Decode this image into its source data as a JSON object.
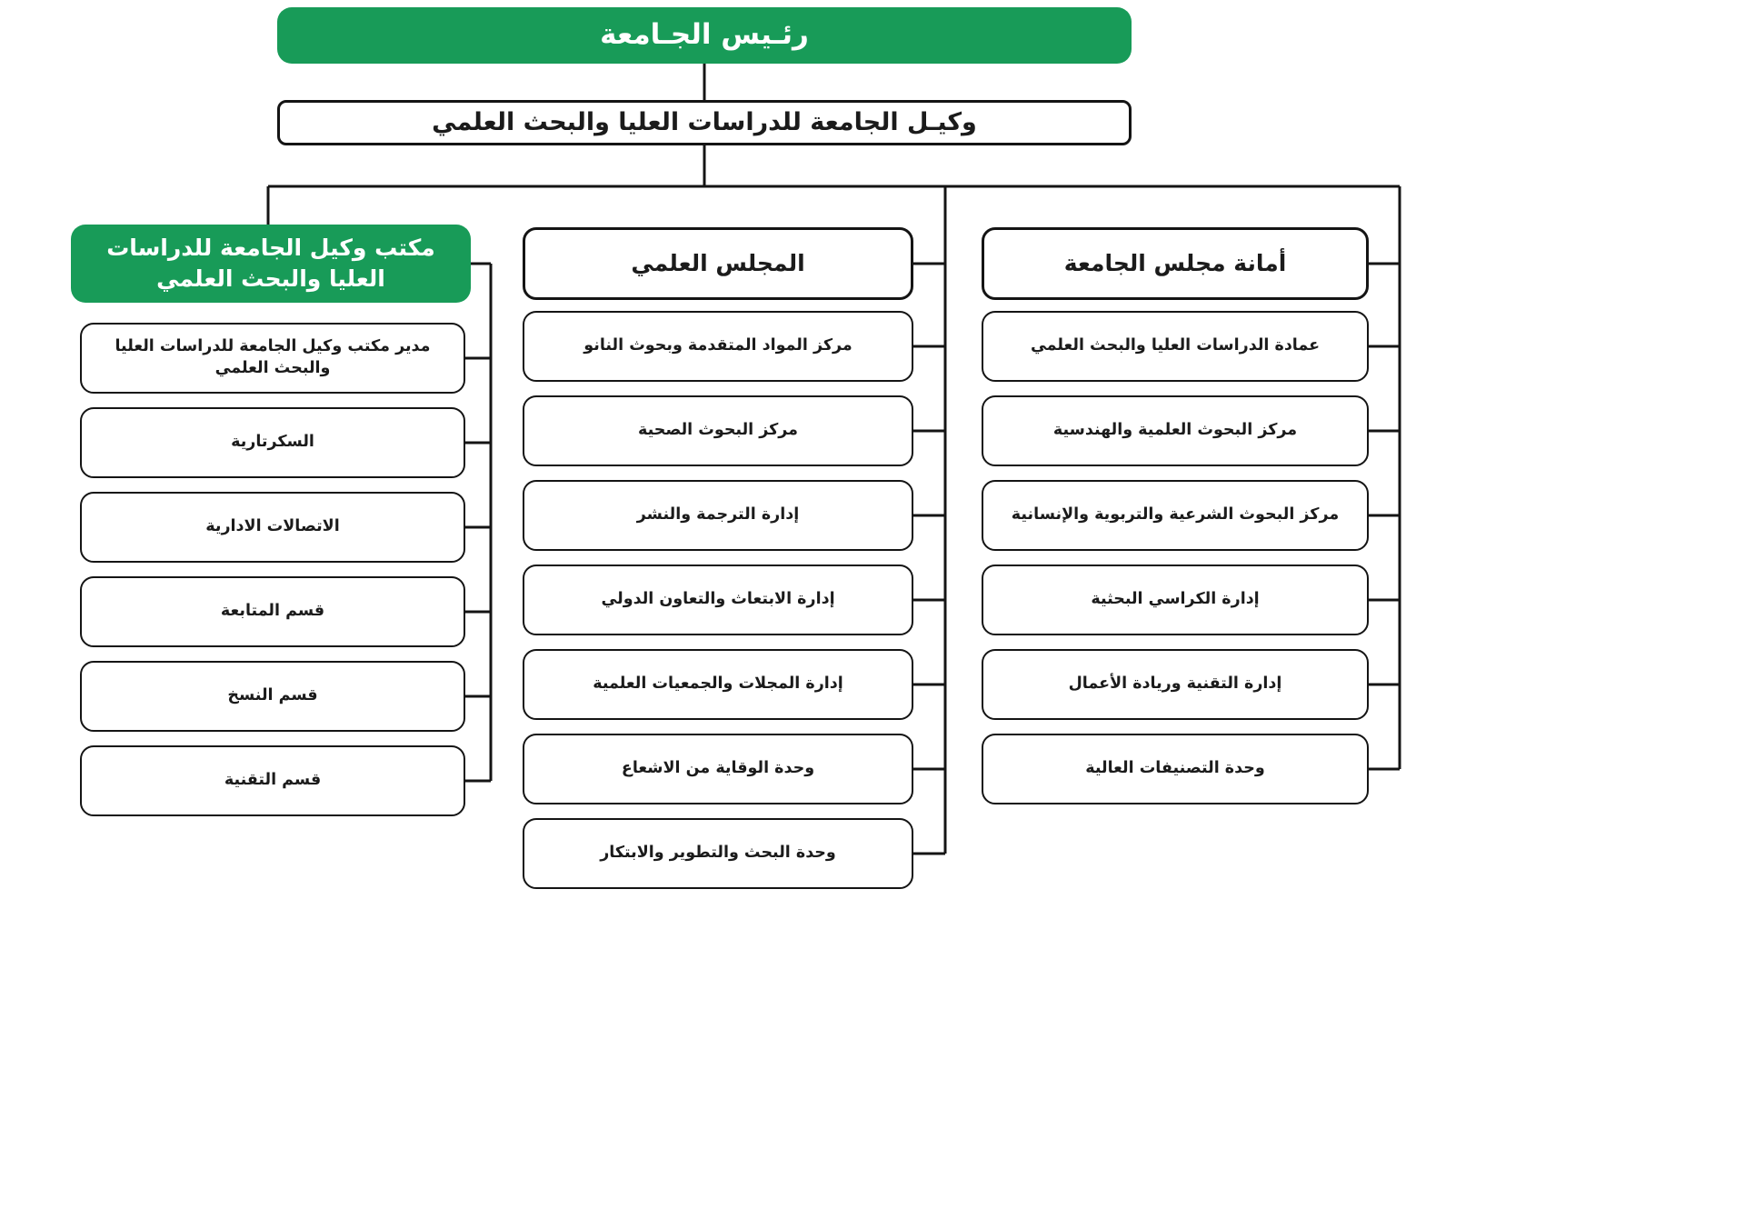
{
  "colors": {
    "brand_green": "#189b58",
    "line": "#141414",
    "box_border": "#141414",
    "box_background": "#ffffff",
    "text_dark": "#1b1b1b",
    "text_on_green": "#ffffff",
    "page_background": "#ffffff"
  },
  "org_chart": {
    "direction": "rtl",
    "root": {
      "label": "رئـيس الجـامعة"
    },
    "level2": {
      "label": "وكيـل الجامعة للدراسات العليا والبحث العلمي"
    },
    "columns": [
      {
        "id": "council-secretariat",
        "header": {
          "label": "أمانة مجلس الجامعة",
          "variant": "outline"
        },
        "children": [
          {
            "label": "عمادة الدراسات العليا والبحث العلمي"
          },
          {
            "label": "مركز البحوث العلمية والهندسية"
          },
          {
            "label": "مركز البحوث الشرعية والتربوية والإنسانية"
          },
          {
            "label": "إدارة الكراسي البحثية"
          },
          {
            "label": "إدارة التقنية وريادة الأعمال"
          },
          {
            "label": "وحدة التصنيفات العالية"
          }
        ]
      },
      {
        "id": "scientific-council",
        "header": {
          "label": "المجلس العلمي",
          "variant": "outline"
        },
        "children": [
          {
            "label": "مركز المواد المتقدمة وبحوث النانو"
          },
          {
            "label": "مركز البحوث الصحية"
          },
          {
            "label": "إدارة الترجمة والنشر"
          },
          {
            "label": "إدارة الابتعاث والتعاون الدولي"
          },
          {
            "label": "إدارة المجلات والجمعيات العلمية"
          },
          {
            "label": "وحدة الوقاية من الاشعاع"
          },
          {
            "label": "وحدة البحث والتطوير والابتكار"
          }
        ]
      },
      {
        "id": "vp-office",
        "header": {
          "label": "مكتب وكيل الجامعة للدراسات العليا والبحث العلمي",
          "variant": "green"
        },
        "children": [
          {
            "label": "مدير مكتب وكيل الجامعة للدراسات العليا والبحث العلمي"
          },
          {
            "label": "السكرتارية"
          },
          {
            "label": "الاتصالات الادارية"
          },
          {
            "label": "قسم المتابعة"
          },
          {
            "label": "قسم النسخ"
          },
          {
            "label": "قسم التقنية"
          }
        ]
      }
    ]
  }
}
